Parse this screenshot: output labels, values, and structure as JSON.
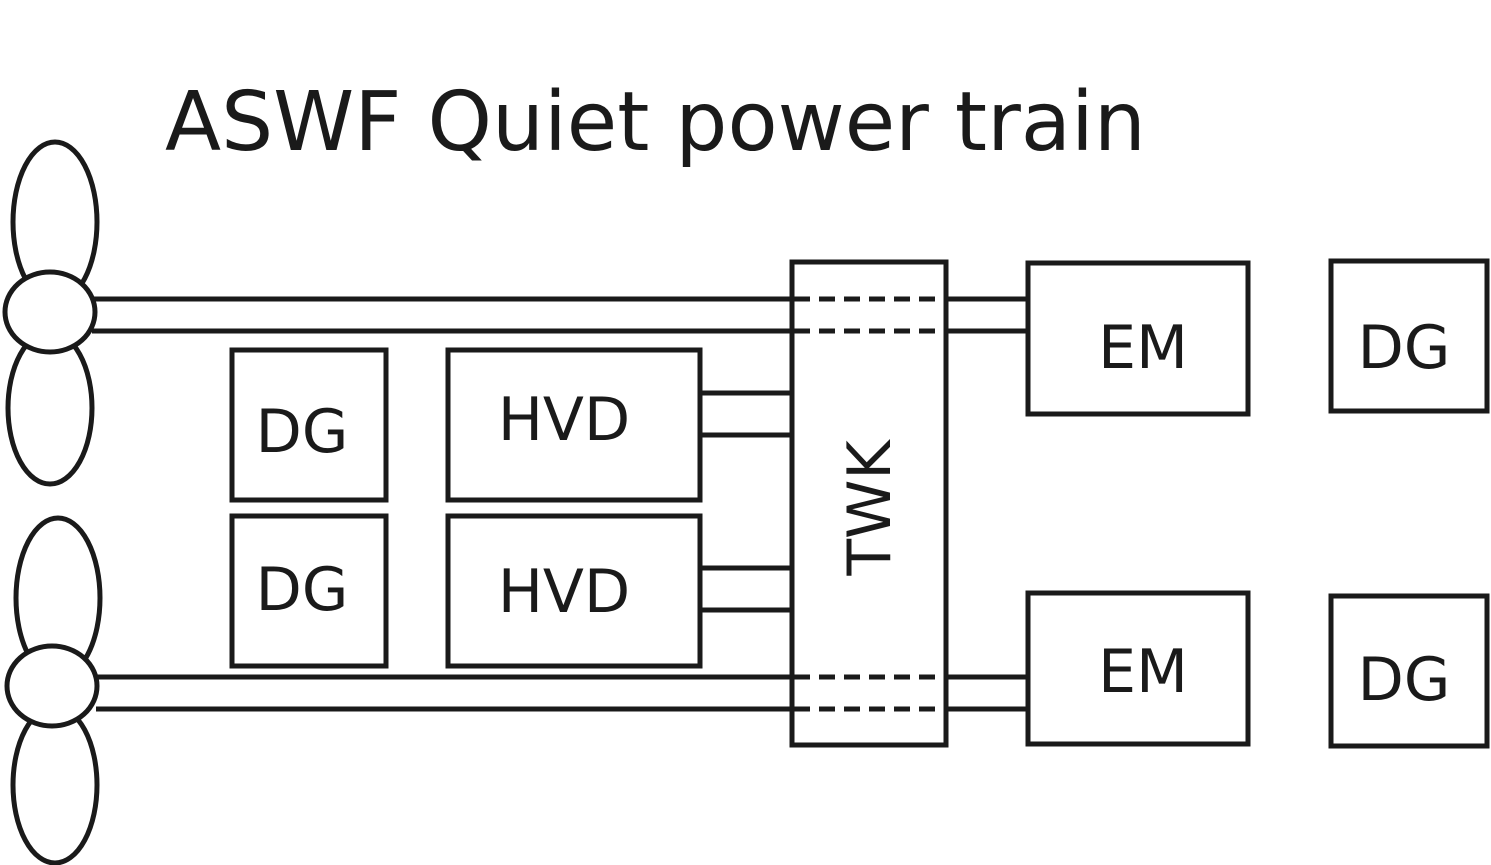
{
  "title": "ASWF Quiet power train",
  "components": {
    "dg_left_top": "DG",
    "dg_left_bottom": "DG",
    "hvd_top": "HVD",
    "hvd_bottom": "HVD",
    "twk": "TWK",
    "em_top": "EM",
    "em_bottom": "EM",
    "dg_right_top": "DG",
    "dg_right_bottom": "DG"
  },
  "colors": {
    "stroke": "#1a1a1a",
    "background": "#ffffff"
  }
}
